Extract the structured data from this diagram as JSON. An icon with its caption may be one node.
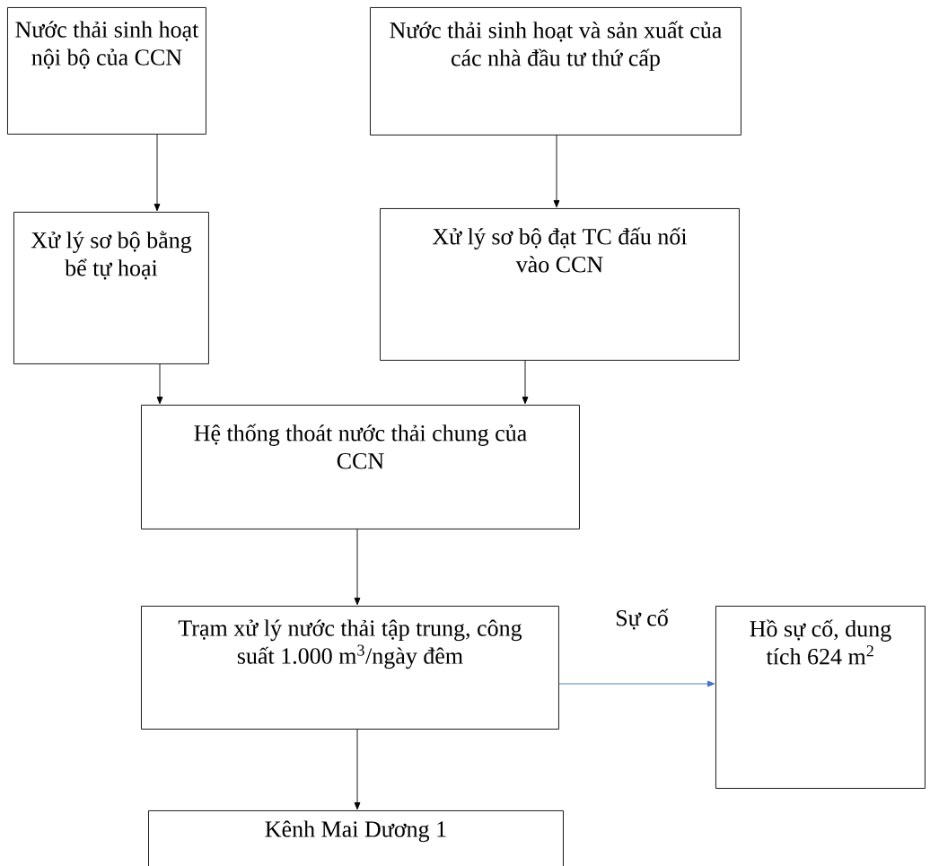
{
  "diagram": {
    "nodes": [
      {
        "text": [
          "Nước thải sinh hoạt nội bộ của CCN"
        ]
      },
      {
        "text": [
          "Nước thải sinh hoạt và sản xuất của các nhà đầu tư thứ cấp"
        ]
      },
      {
        "text": [
          "Xử lý sơ bộ bằng bể tự hoại"
        ]
      },
      {
        "text": [
          "Xử lý sơ bộ đạt TC đấu nối vào CCN"
        ]
      },
      {
        "text": [
          "Hệ thống thoát nước thải chung của CCN"
        ]
      },
      {
        "text": [
          "Trạm xử lý nước thải tập trung, công suất 1.000 m$^{3}$/ngày đêm"
        ]
      },
      {
        "text": [
          "Hồ sự cố, dung tích 624 m$^{2}$"
        ]
      },
      {
        "text": [
          "Kênh Mai Dương 1"
        ]
      }
    ],
    "edges": [
      {
        "from": 0,
        "to": 2,
        "arrow": "to"
      },
      {
        "from": 1,
        "to": 3,
        "arrow": "to"
      },
      {
        "from": 2,
        "to": 4,
        "arrow": "to"
      },
      {
        "from": 3,
        "to": 4,
        "arrow": "to"
      },
      {
        "from": 4,
        "to": 5,
        "arrow": "to"
      },
      {
        "from": 5,
        "to": 6,
        "arrow": "to",
        "label": "Sự cố",
        "color": "#4472c4"
      },
      {
        "from": 5,
        "to": 7,
        "arrow": "to"
      }
    ]
  }
}
